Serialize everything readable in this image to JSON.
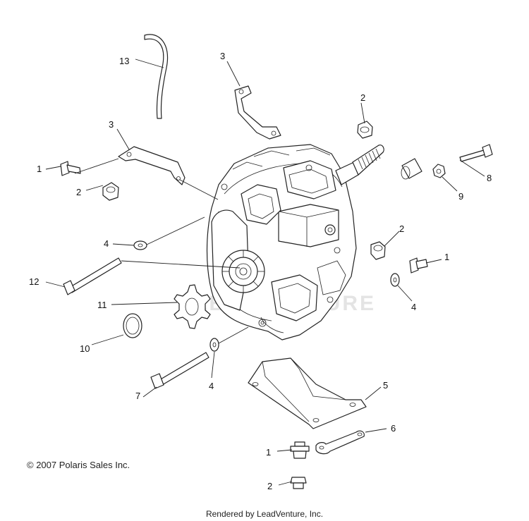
{
  "watermark": "LEADVENTURE",
  "callouts": [
    {
      "id": "c13",
      "label": "13"
    },
    {
      "id": "c3a",
      "label": "3"
    },
    {
      "id": "c3b",
      "label": "3"
    },
    {
      "id": "c2a",
      "label": "2"
    },
    {
      "id": "c1a",
      "label": "1"
    },
    {
      "id": "c2b",
      "label": "2"
    },
    {
      "id": "c8",
      "label": "8"
    },
    {
      "id": "c9",
      "label": "9"
    },
    {
      "id": "c2c",
      "label": "2"
    },
    {
      "id": "c4a",
      "label": "4"
    },
    {
      "id": "c1b",
      "label": "1"
    },
    {
      "id": "c4b",
      "label": "4"
    },
    {
      "id": "c12",
      "label": "12"
    },
    {
      "id": "c11",
      "label": "11"
    },
    {
      "id": "c10",
      "label": "10"
    },
    {
      "id": "c4c",
      "label": "4"
    },
    {
      "id": "c5",
      "label": "5"
    },
    {
      "id": "c7",
      "label": "7"
    },
    {
      "id": "c6",
      "label": "6"
    },
    {
      "id": "c1c",
      "label": "1"
    },
    {
      "id": "c2d",
      "label": "2"
    }
  ],
  "copyright": "© 2007 Polaris Sales Inc.",
  "rendered_by": "Rendered by LeadVenture, Inc."
}
